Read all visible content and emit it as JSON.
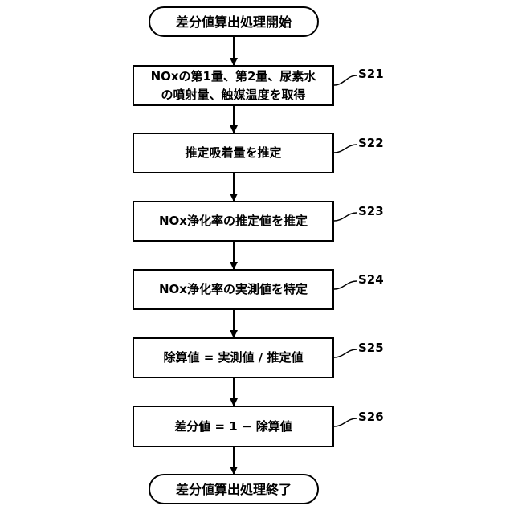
{
  "flowchart": {
    "start": "差分値算出処理開始",
    "end": "差分値算出処理終了",
    "steps": [
      {
        "id": "S21",
        "text": "NOxの第1量、第2量、尿素水\nの噴射量、触媒温度を取得"
      },
      {
        "id": "S22",
        "text": "推定吸着量を推定"
      },
      {
        "id": "S23",
        "text": "NOx浄化率の推定値を推定"
      },
      {
        "id": "S24",
        "text": "NOx浄化率の実測値を特定"
      },
      {
        "id": "S25",
        "text": "除算値 = 実測値 / 推定値"
      },
      {
        "id": "S26",
        "text": "差分値 = 1 − 除算値"
      }
    ]
  }
}
